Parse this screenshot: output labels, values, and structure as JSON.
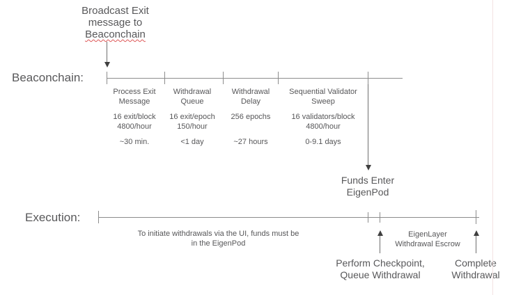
{
  "annotations": {
    "broadcast": {
      "line1": "Broadcast Exit",
      "line2": "message to",
      "line3": "Beaconchain"
    },
    "funds_enter": {
      "line1": "Funds Enter",
      "line2": "EigenPod"
    },
    "perform_checkpoint": {
      "line1": "Perform Checkpoint,",
      "line2": "Queue Withdrawal"
    },
    "complete": {
      "line1": "Complete",
      "line2": "Withdrawal"
    }
  },
  "beaconchain": {
    "label": "Beaconchain:",
    "segments": [
      {
        "title1": "Process Exit",
        "title2": "Message",
        "rate1": "16 exit/block",
        "rate2": "4800/hour",
        "duration": "~30 min."
      },
      {
        "title1": "Withdrawal",
        "title2": "Queue",
        "rate1": "16 exit/epoch",
        "rate2": "150/hour",
        "duration": "<1 day"
      },
      {
        "title1": "Withdrawal",
        "title2": "Delay",
        "rate1": "256 epochs",
        "rate2": "",
        "duration": "~27 hours"
      },
      {
        "title1": "Sequential Validator",
        "title2": "Sweep",
        "rate1": "16 validators/block",
        "rate2": "4800/hour",
        "duration": "0-9.1 days"
      }
    ]
  },
  "execution": {
    "label": "Execution:",
    "note_line1": "To initiate withdrawals via the UI, funds must be",
    "note_line2": "in the EigenPod",
    "escrow_line1": "EigenLayer",
    "escrow_line2": "Withdrawal Escrow"
  },
  "colors": {
    "text_gray": "#58585a",
    "line_gray": "#8c8c8c",
    "arrowhead": "#3f3f3f",
    "spellcheck_red": "#dd5555",
    "background": "#ffffff"
  }
}
